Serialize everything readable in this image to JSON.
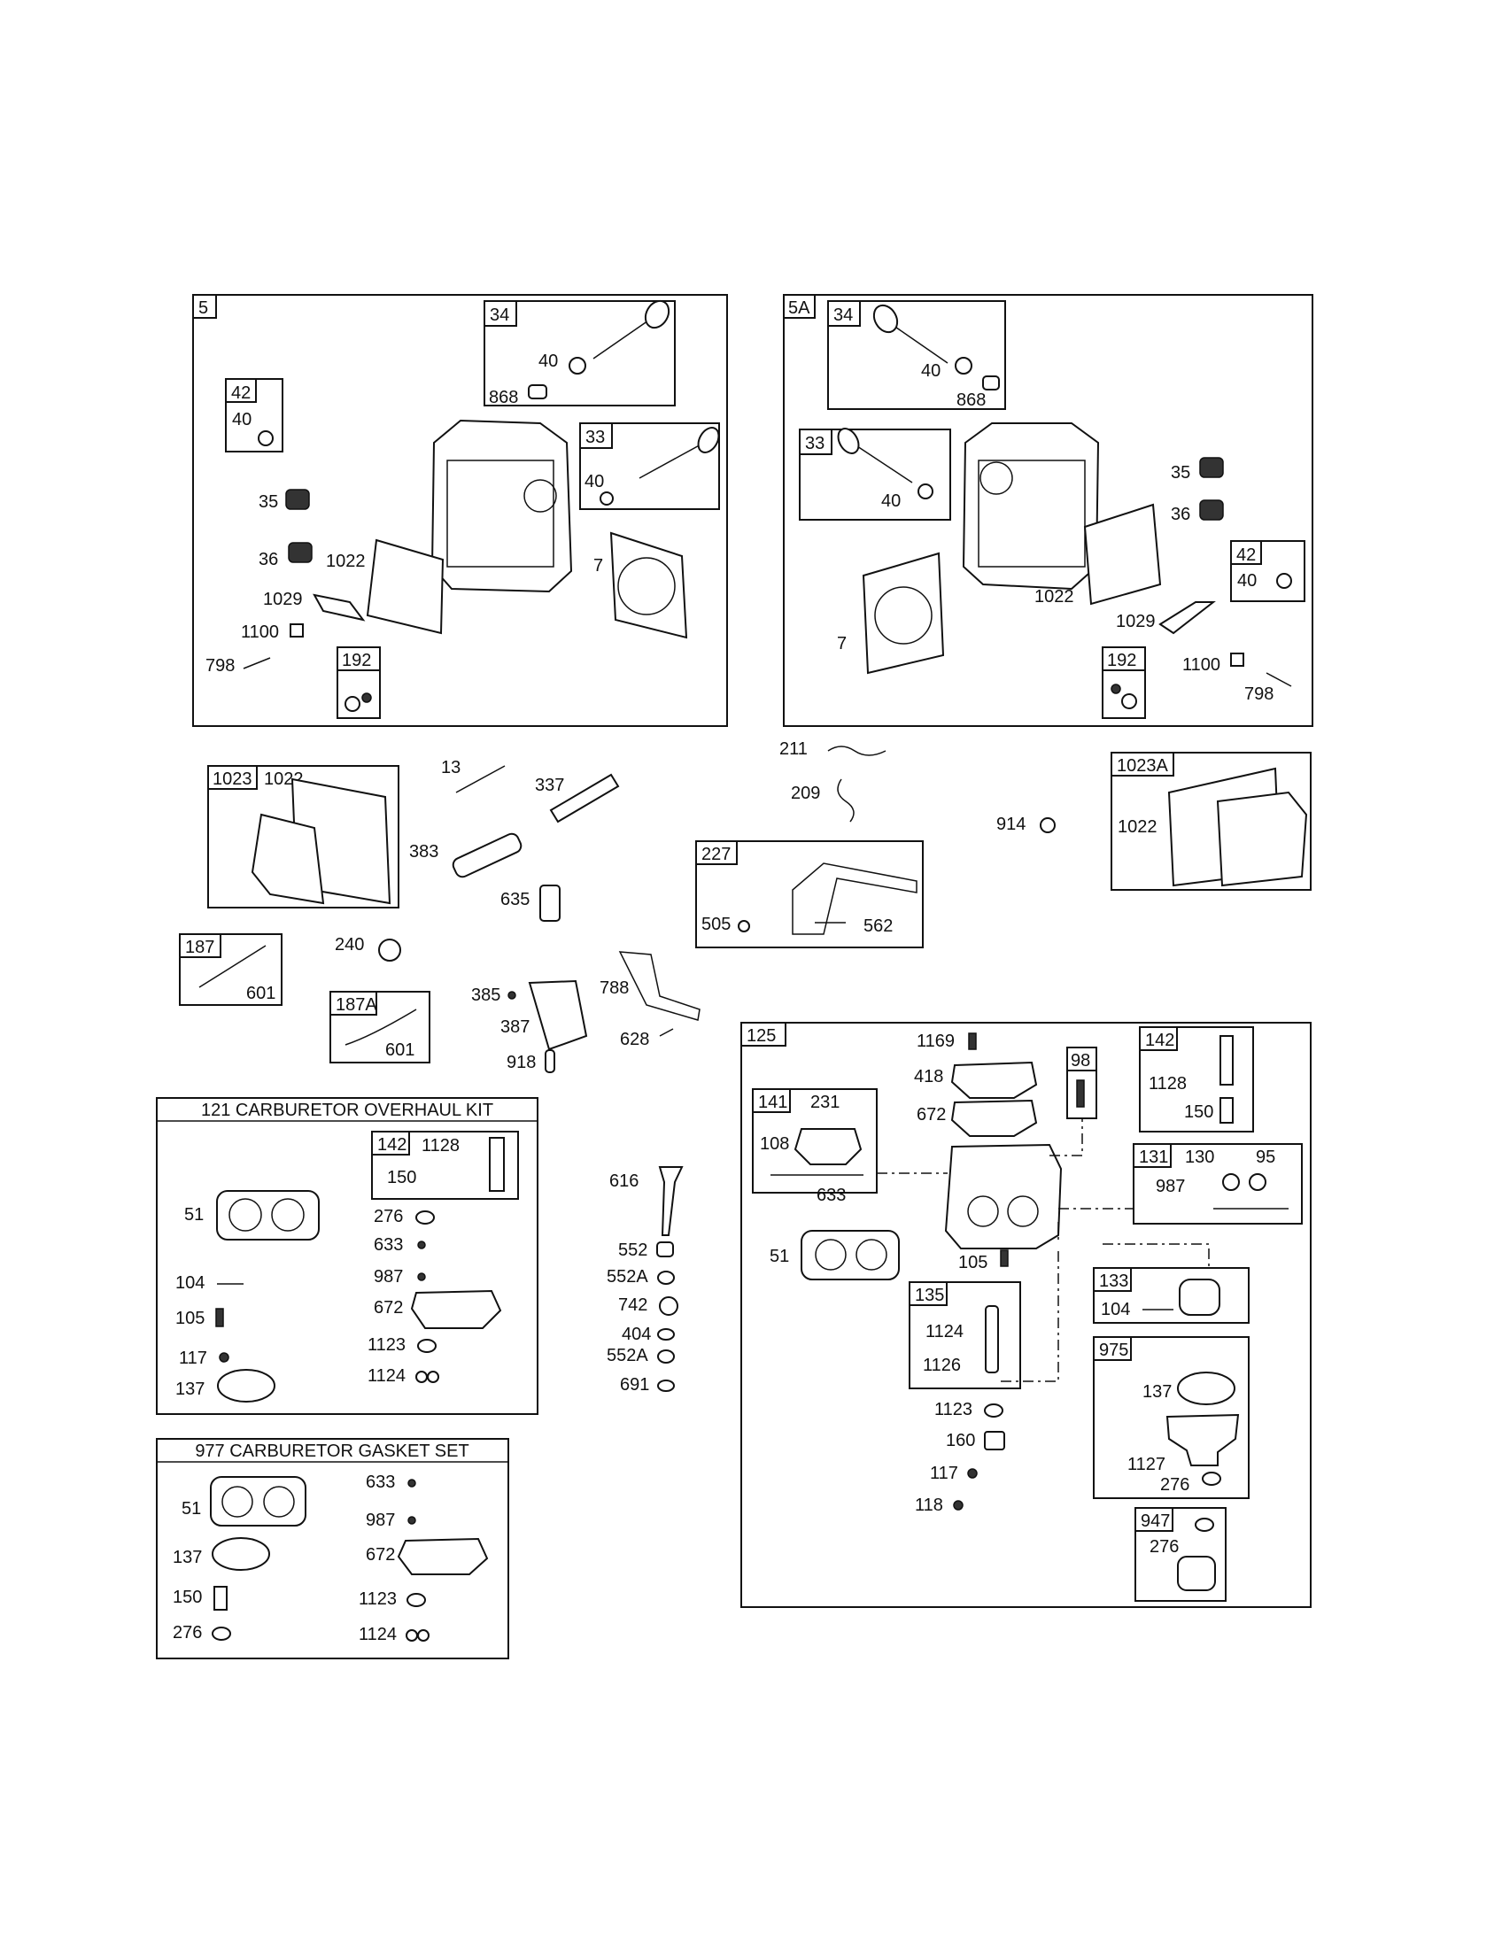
{
  "groups": {
    "g5": "5",
    "g5a": "5A",
    "g1023": "1023",
    "g1023a": "1023A",
    "g227": "227",
    "g187": "187",
    "g187a": "187A",
    "g125": "125",
    "g141": "141",
    "g98": "98",
    "g142": "142",
    "g131": "131",
    "g133": "133",
    "g135": "135",
    "g975": "975",
    "g947": "947",
    "g34": "34",
    "g33": "33",
    "g42": "42",
    "g192": "192"
  },
  "kits": {
    "overhaul": "121 CARBURETOR OVERHAUL KIT",
    "gasket": "977 CARBURETOR GASKET SET"
  },
  "parts": {
    "p40": "40",
    "p868": "868",
    "p35": "35",
    "p36": "36",
    "p1022": "1022",
    "p7": "7",
    "p1029": "1029",
    "p1100": "1100",
    "p798": "798",
    "p13": "13",
    "p337": "337",
    "p383": "383",
    "p635": "635",
    "p240": "240",
    "p601": "601",
    "p385": "385",
    "p387": "387",
    "p918": "918",
    "p788": "788",
    "p628": "628",
    "p211": "211",
    "p209": "209",
    "p914": "914",
    "p505": "505",
    "p562": "562",
    "p51": "51",
    "p104": "104",
    "p105": "105",
    "p117": "117",
    "p137": "137",
    "p1128": "1128",
    "p150": "150",
    "p276": "276",
    "p633": "633",
    "p987": "987",
    "p672": "672",
    "p1123": "1123",
    "p1124": "1124",
    "p616": "616",
    "p552": "552",
    "p552a": "552A",
    "p742": "742",
    "p404": "404",
    "p691": "691",
    "p1169": "1169",
    "p418": "418",
    "p231": "231",
    "p108": "108",
    "p130": "130",
    "p95": "95",
    "p1126": "1126",
    "p160": "160",
    "p118": "118",
    "p1127": "1127"
  }
}
